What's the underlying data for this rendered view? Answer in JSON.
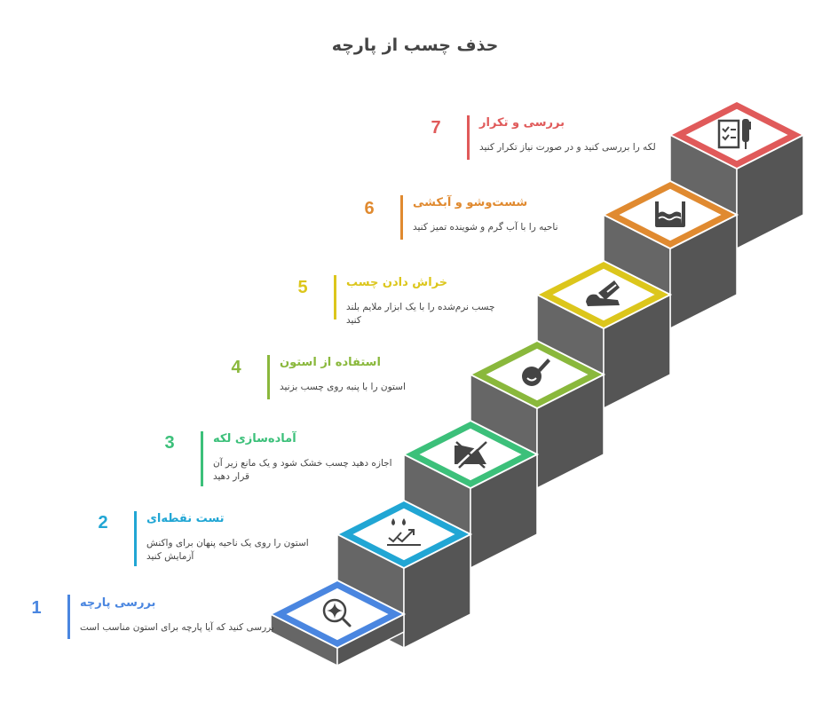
{
  "title": "حذف چسب از پارچه",
  "steps": [
    {
      "number": "1",
      "title": "بررسی پارچه",
      "description": "بررسی کنید که آیا پارچه برای استون مناسب است",
      "color": "#4a86e0",
      "icon": "magnifier-sparkle-icon"
    },
    {
      "number": "2",
      "title": "تست نقطه‌ای",
      "description": "استون را روی یک ناحیه پنهان برای واکنش آزمایش کنید",
      "color": "#21a6d4",
      "icon": "water-drops-absorb-icon"
    },
    {
      "number": "3",
      "title": "آماده‌سازی لکه",
      "description": "اجازه دهید چسب خشک شود و یک مانع زیر آن قرار دهید",
      "color": "#3cc07a",
      "icon": "no-ink-icon"
    },
    {
      "number": "4",
      "title": "استفاده از استون",
      "description": "استون را با پنبه روی چسب بزنید",
      "color": "#8ab83c",
      "icon": "cotton-bulb-icon"
    },
    {
      "number": "5",
      "title": "خراش دادن چسب",
      "description": "چسب نرم‌شده را با یک ابزار ملایم بلند کنید",
      "color": "#dcc61c",
      "icon": "scraper-tool-icon"
    },
    {
      "number": "6",
      "title": "شست‌وشو و آبکشی",
      "description": "ناحیه را با آب گرم و شوینده تمیز کنید",
      "color": "#e08a30",
      "icon": "water-basin-icon"
    },
    {
      "number": "7",
      "title": "بررسی و تکرار",
      "description": "لکه را بررسی کنید و در صورت نیاز تکرار کنید",
      "color": "#e05a5a",
      "icon": "checklist-pen-icon"
    }
  ],
  "stair_colors": {
    "side_left": "#666666",
    "side_right": "#555555",
    "edge": "#ffffff"
  }
}
